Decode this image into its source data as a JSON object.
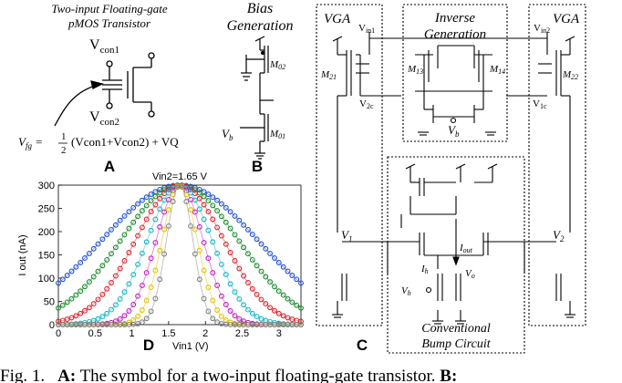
{
  "panel_a": {
    "title_line1": "Two-input Floating-gate",
    "title_line2": "pMOS Transistor",
    "vcon1": "V",
    "vcon1_sub": "con1",
    "vcon2": "V",
    "vcon2_sub": "con2",
    "eq_left": "V",
    "eq_left_sub": "fg",
    "eq_mid": " = ",
    "eq_frac_num": "1",
    "eq_frac_den": "2",
    "eq_paren": "(Vcon1+Vcon2) + VQ",
    "letter": "A"
  },
  "panel_b": {
    "title_line1": "Bias",
    "title_line2": "Generation",
    "m02": "M",
    "m02_sub": "02",
    "m01": "M",
    "m01_sub": "01",
    "vb": "V",
    "vb_sub": "b",
    "letter": "B"
  },
  "panel_c": {
    "vga_left": "VGA",
    "vga_right": "VGA",
    "inverse_line1": "Inverse",
    "inverse_line2": "Generation",
    "vin1": "V",
    "vin1_sub": "in1",
    "vin2": "V",
    "vin2_sub": "in2",
    "m21": "M",
    "m21_sub": "21",
    "m22": "M",
    "m22_sub": "22",
    "m13": "M",
    "m13_sub": "13",
    "m14": "M",
    "m14_sub": "14",
    "v2c": "V",
    "v2c_sub": "2c",
    "v1c": "V",
    "v1c_sub": "1c",
    "vb": "V",
    "vb_sub": "b",
    "v1": "V",
    "v1_sub": "1",
    "v2": "V",
    "v2_sub": "2",
    "iout": "I",
    "iout_sub": "out",
    "ih": "I",
    "ih_sub": "h",
    "vh": "V",
    "vh_sub": "h",
    "vo": "V",
    "vo_sub": "o",
    "bump_line1": "Conventional",
    "bump_line2": "Bump Circuit",
    "letter": "C"
  },
  "chart_data": {
    "type": "scatter",
    "title": "Vin2=1.65 V",
    "xlabel": "Vin1 (V)",
    "ylabel": "I out (nA)",
    "xlim": [
      0,
      3.3
    ],
    "ylim": [
      0,
      300
    ],
    "xticks": [
      0,
      0.5,
      1,
      1.5,
      2,
      2.5,
      3
    ],
    "yticks": [
      0,
      50,
      100,
      150,
      200,
      250,
      300
    ],
    "center": 1.65,
    "peak": 300,
    "series": [
      {
        "color": "#1f4fd0",
        "sigma": 1.06
      },
      {
        "color": "#1a8a2a",
        "sigma": 0.8
      },
      {
        "color": "#e0202a",
        "sigma": 0.6
      },
      {
        "color": "#16b4c8",
        "sigma": 0.44
      },
      {
        "color": "#c020c0",
        "sigma": 0.32
      },
      {
        "color": "#e0c000",
        "sigma": 0.24
      },
      {
        "color": "#808080",
        "sigma": 0.18
      }
    ],
    "letter": "D"
  },
  "caption": {
    "prefix": "Fig. 1.",
    "bold_a": "A:",
    "text": " The symbol for a two-input floating-gate transistor. ",
    "bold_b": "B:"
  }
}
